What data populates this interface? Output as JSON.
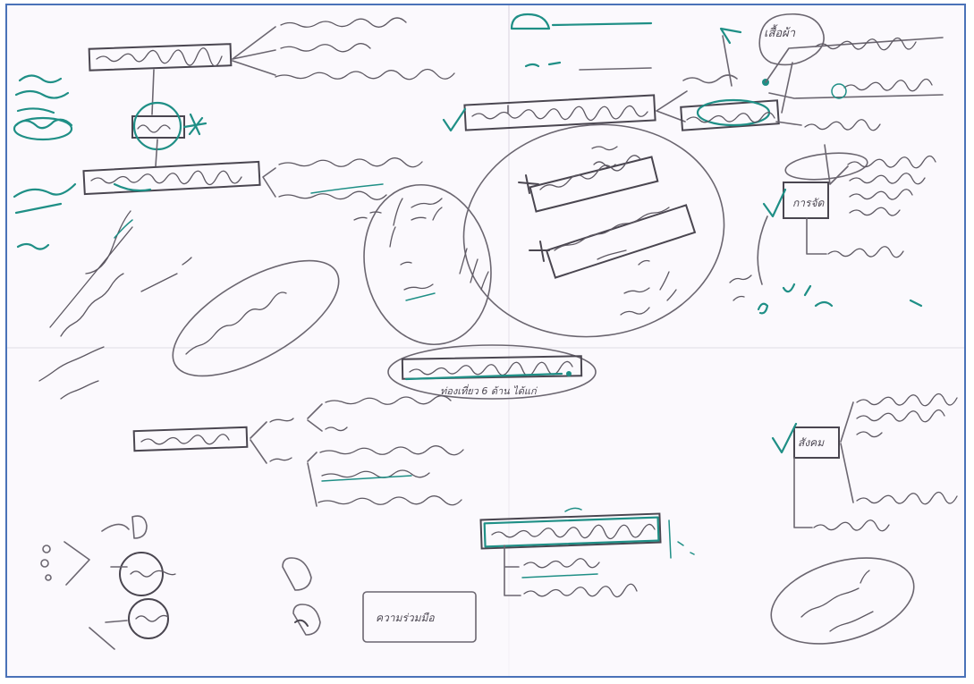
{
  "document": {
    "type": "hand-drawn mind map sketch",
    "colors": {
      "paper": "#fbf9fd",
      "frame_border": "#4a72b8",
      "pencil": "#6b6670",
      "teal_ink": "#1f8f86"
    },
    "labels": {
      "top_right_cloud": "เสื้อผ้า",
      "small_box_mid_right": "การจัด",
      "right_box_social": "สังคม",
      "central_lower_text": "ท่องเที่ยว 6 ด้าน ได้แก่",
      "bottom_right_box": "ความร่วมมือ"
    },
    "icons": [
      "check-mark-icon",
      "star-icon",
      "dot-icon"
    ]
  }
}
